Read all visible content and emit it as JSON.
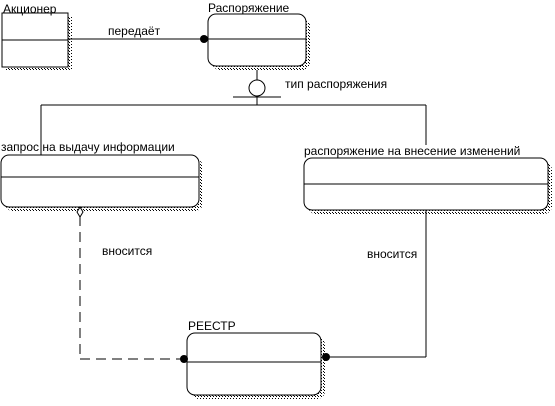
{
  "entities": {
    "shareholder": "Акционер",
    "order": "Распоряжение",
    "info_request": "запрос на выдачу информации",
    "change_order": "распоряжение на внесение изменений",
    "registry": "РЕЕСТР"
  },
  "relationships": {
    "transmits": "передаёт",
    "order_type": "тип распоряжения",
    "entered_into_left": "вносится",
    "entered_into_right": "вносится"
  }
}
